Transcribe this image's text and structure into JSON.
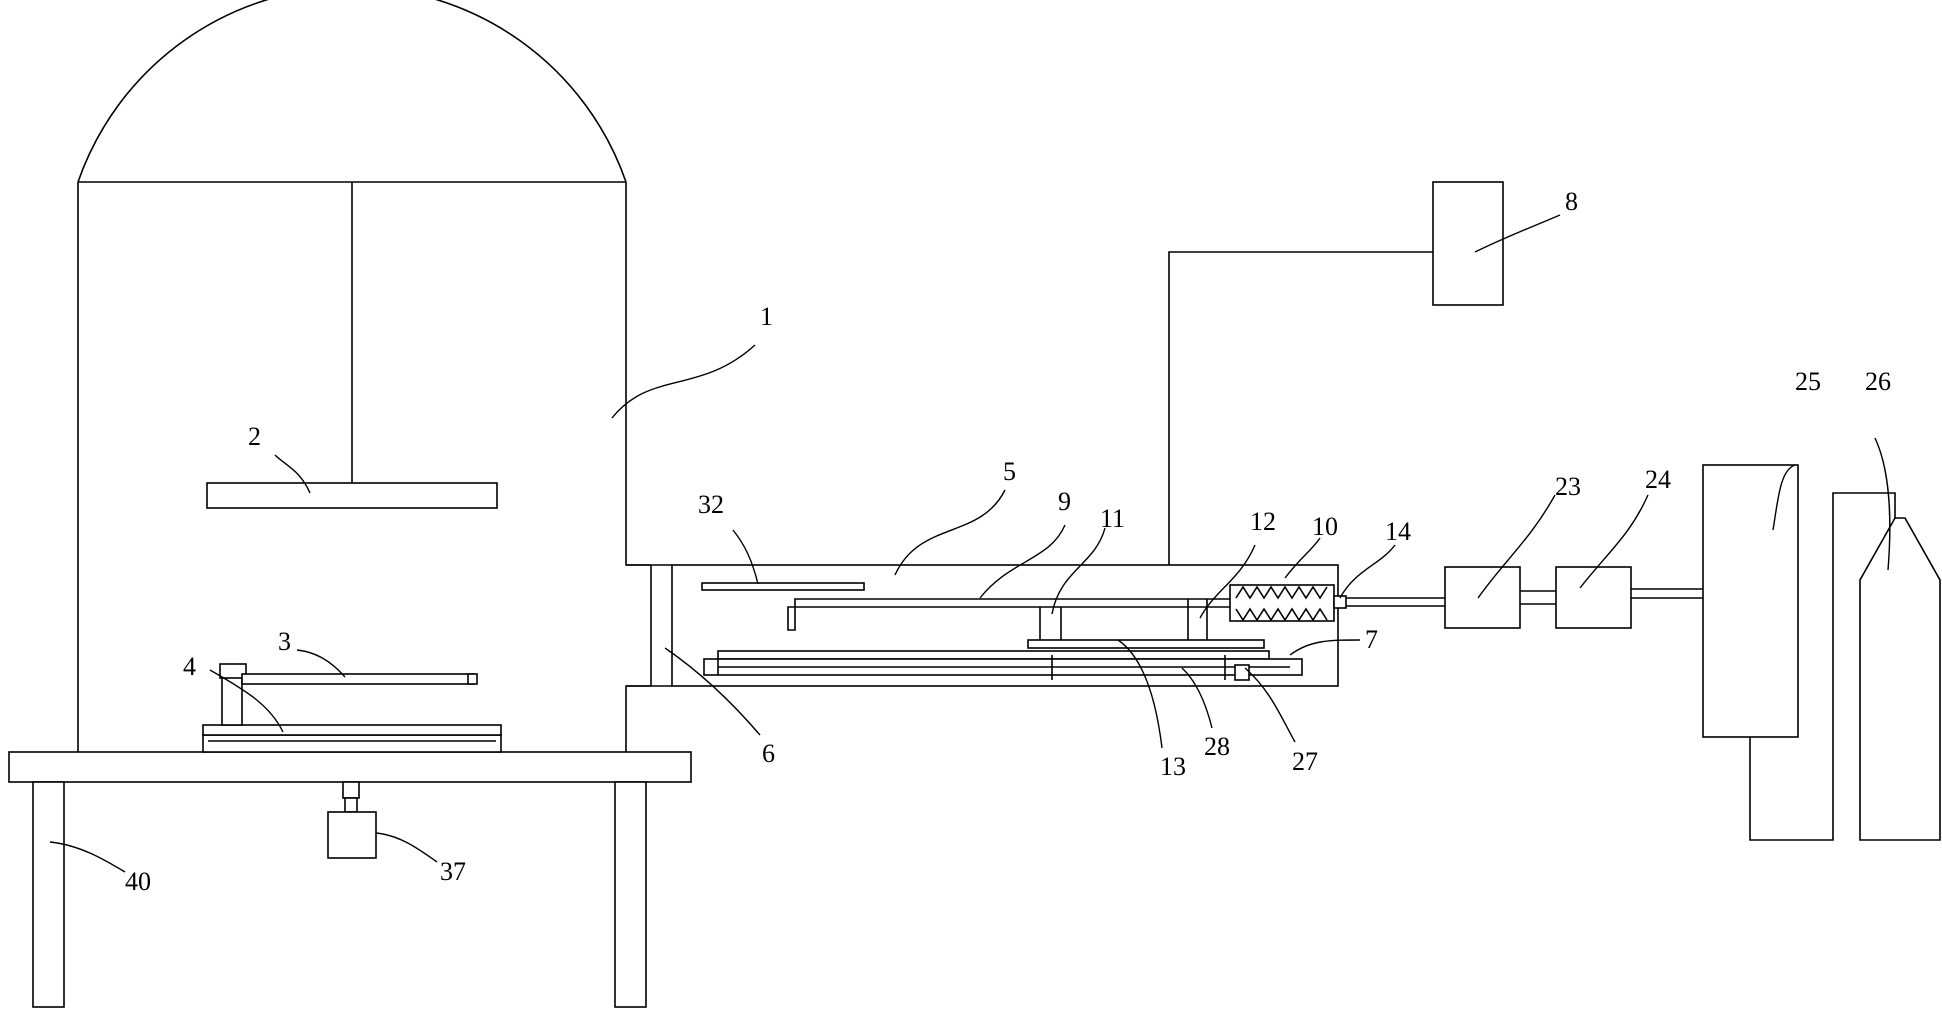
{
  "labels": {
    "l1": "1",
    "l2": "2",
    "l3": "3",
    "l4": "4",
    "l5": "5",
    "l6": "6",
    "l7": "7",
    "l8": "8",
    "l9": "9",
    "l10": "10",
    "l11": "11",
    "l12": "12",
    "l13": "13",
    "l14": "14",
    "l23": "23",
    "l24": "24",
    "l25": "25",
    "l26": "26",
    "l27": "27",
    "l28": "28",
    "l32": "32",
    "l37": "37",
    "l40": "40"
  },
  "colors": {
    "line": "#000000",
    "background": "#ffffff"
  }
}
